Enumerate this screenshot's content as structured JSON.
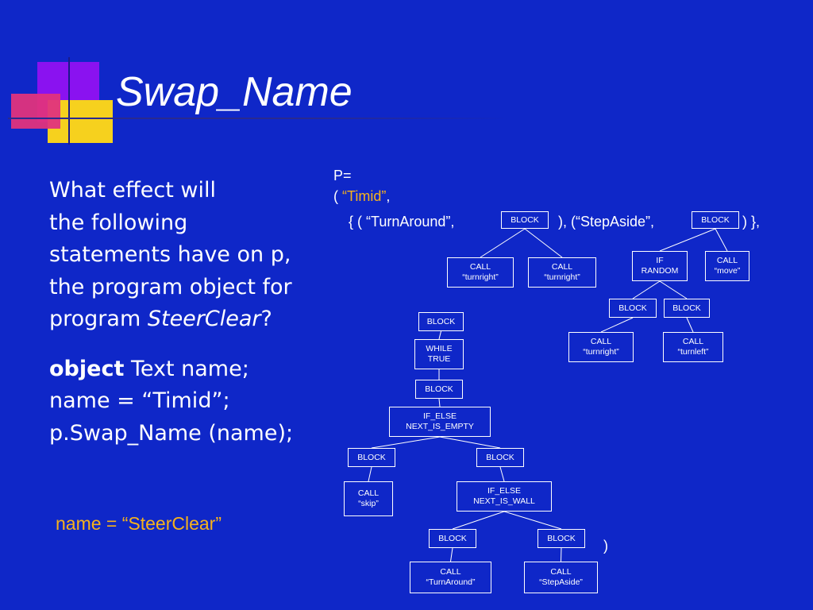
{
  "slide": {
    "title": "Swap_Name",
    "question": {
      "line1": "What effect will",
      "line2": "the following",
      "line3": "statements have on p,",
      "line4": "the program object for",
      "line5_prefix": "program ",
      "line5_italic": "SteerClear",
      "line5_suffix": "?"
    },
    "code": {
      "keyword": "object",
      "decl_rest": " Text name;",
      "assign": "name = “Timid”;",
      "call": "p.Swap_Name (name);"
    },
    "answer": "name = “SteerClear”"
  },
  "program_value": {
    "p_label": "P=",
    "open_paren": "(",
    "name_value": "“Timid”",
    "comma": ",",
    "context_open": "{ ( “TurnAround”,",
    "context_mid": "), (“StepAside”,",
    "context_close": ") },",
    "close_paren": ")"
  },
  "tree": {
    "nodes": [
      {
        "id": "ta_block",
        "line1": "BLOCK",
        "line2": ""
      },
      {
        "id": "ta_call1",
        "line1": "CALL",
        "line2": "“turnright”"
      },
      {
        "id": "ta_call2",
        "line1": "CALL",
        "line2": "“turnright”"
      },
      {
        "id": "sa_block",
        "line1": "BLOCK",
        "line2": ""
      },
      {
        "id": "sa_if",
        "line1": "IF",
        "line2": "RANDOM"
      },
      {
        "id": "sa_move",
        "line1": "CALL",
        "line2": "“move”"
      },
      {
        "id": "sa_block_l",
        "line1": "BLOCK",
        "line2": ""
      },
      {
        "id": "sa_block_r",
        "line1": "BLOCK",
        "line2": ""
      },
      {
        "id": "sa_turnright",
        "line1": "CALL",
        "line2": "“turnright”"
      },
      {
        "id": "sa_turnleft",
        "line1": "CALL",
        "line2": "“turnleft”"
      },
      {
        "id": "m_block",
        "line1": "BLOCK",
        "line2": ""
      },
      {
        "id": "m_while",
        "line1": "WHILE",
        "line2": "TRUE"
      },
      {
        "id": "m_block2",
        "line1": "BLOCK",
        "line2": ""
      },
      {
        "id": "m_ifelse1",
        "line1": "IF_ELSE",
        "line2": "NEXT_IS_EMPTY"
      },
      {
        "id": "m_block_l",
        "line1": "BLOCK",
        "line2": ""
      },
      {
        "id": "m_block_r",
        "line1": "BLOCK",
        "line2": ""
      },
      {
        "id": "m_skip",
        "line1": "CALL",
        "line2": "“skip”"
      },
      {
        "id": "m_ifelse2",
        "line1": "IF_ELSE",
        "line2": "NEXT_IS_WALL"
      },
      {
        "id": "m_block_ll",
        "line1": "BLOCK",
        "line2": ""
      },
      {
        "id": "m_block_rr",
        "line1": "BLOCK",
        "line2": ""
      },
      {
        "id": "m_call_ta",
        "line1": "CALL",
        "line2": "“TurnAround”"
      },
      {
        "id": "m_call_sa",
        "line1": "CALL",
        "line2": "“StepAside”"
      }
    ],
    "edges": [
      [
        "ta_block",
        "ta_call1"
      ],
      [
        "ta_block",
        "ta_call2"
      ],
      [
        "sa_block",
        "sa_if"
      ],
      [
        "sa_block",
        "sa_move"
      ],
      [
        "sa_if",
        "sa_block_l"
      ],
      [
        "sa_if",
        "sa_block_r"
      ],
      [
        "sa_block_l",
        "sa_turnright"
      ],
      [
        "sa_block_r",
        "sa_turnleft"
      ],
      [
        "m_block",
        "m_while"
      ],
      [
        "m_while",
        "m_block2"
      ],
      [
        "m_block2",
        "m_ifelse1"
      ],
      [
        "m_ifelse1",
        "m_block_l"
      ],
      [
        "m_ifelse1",
        "m_block_r"
      ],
      [
        "m_block_l",
        "m_skip"
      ],
      [
        "m_block_r",
        "m_ifelse2"
      ],
      [
        "m_ifelse2",
        "m_block_ll"
      ],
      [
        "m_ifelse2",
        "m_block_rr"
      ],
      [
        "m_block_ll",
        "m_call_ta"
      ],
      [
        "m_block_rr",
        "m_call_sa"
      ]
    ]
  },
  "colors": {
    "background": "#0f27c8",
    "text": "#ffffff",
    "highlight": "#f6b21c",
    "deco_purple": "#8a12f0",
    "deco_yellow": "#f6d11e",
    "deco_pink": "#e0337d"
  }
}
